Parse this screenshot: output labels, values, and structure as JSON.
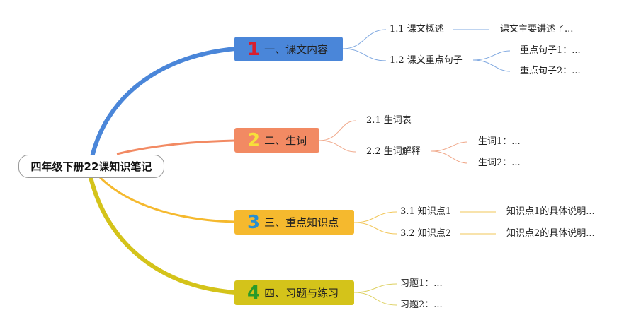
{
  "root": "四年级下册22课知识笔记",
  "colors": {
    "b1": "#4a86d9",
    "b2": "#f28a63",
    "b3": "#f5b92e",
    "b4": "#d4c31a"
  },
  "branches": [
    {
      "num": "1",
      "label": "一、课文内容",
      "subs": [
        "1.1 课文概述",
        "1.2 课文重点句子"
      ],
      "leaves": [
        "课文主要讲述了...",
        "重点句子1：...",
        "重点句子2：..."
      ]
    },
    {
      "num": "2",
      "label": "二、生词",
      "subs": [
        "2.1 生词表",
        "2.2 生词解释"
      ],
      "leaves": [
        "生词1：...",
        "生词2：..."
      ]
    },
    {
      "num": "3",
      "label": "三、重点知识点",
      "subs": [
        "3.1 知识点1",
        "3.2 知识点2"
      ],
      "leaves": [
        "知识点1的具体说明...",
        "知识点2的具体说明..."
      ]
    },
    {
      "num": "4",
      "label": "四、习题与练习",
      "subs": [
        "习题1：...",
        "习题2：..."
      ]
    }
  ]
}
